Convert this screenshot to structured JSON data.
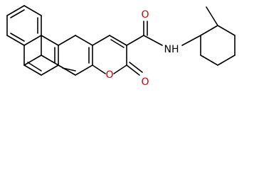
{
  "colors": {
    "background": "#ffffff",
    "bond": "#000000",
    "atom_text": "#000000",
    "oxygen": "#cc0000"
  },
  "atoms": {
    "amide_oxygen": "O",
    "amide_nitrogen": "NH",
    "ring_oxygen": "O",
    "lactone_oxygen": "O"
  }
}
